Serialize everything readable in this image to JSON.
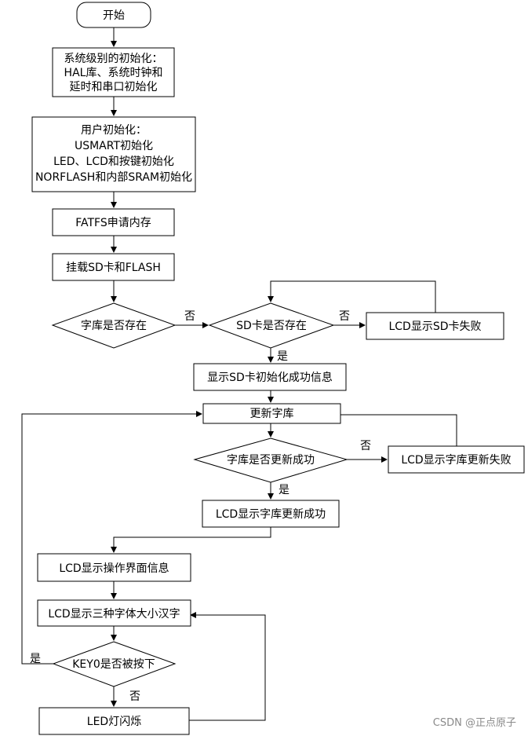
{
  "flowchart": {
    "start": "开始",
    "sys_init": [
      "系统级别的初始化：",
      "HAL库、系统时钟和",
      "延时和串口初始化"
    ],
    "user_init": [
      "用户初始化：",
      "USMART初始化",
      "LED、LCD和按键初始化",
      "NORFLASH和内部SRAM初始化"
    ],
    "fatfs": "FATFS申请内存",
    "mount": "挂载SD卡和FLASH",
    "font_exists": "字库是否存在",
    "sd_exists": "SD卡是否存在",
    "sd_fail": "LCD显示SD卡失败",
    "sd_init_ok": "显示SD卡初始化成功信息",
    "update_font": "更新字库",
    "update_ok_q": "字库是否更新成功",
    "update_fail": "LCD显示字库更新失败",
    "update_ok": "LCD显示字库更新成功",
    "show_ui": "LCD显示操作界面信息",
    "show_hanzi": "LCD显示三种字体大小汉字",
    "key_q": "KEY0是否被按下",
    "led": "LED灯闪烁"
  },
  "edge_labels": {
    "no": "否",
    "yes": "是"
  },
  "watermark": "CSDN @正点原子"
}
